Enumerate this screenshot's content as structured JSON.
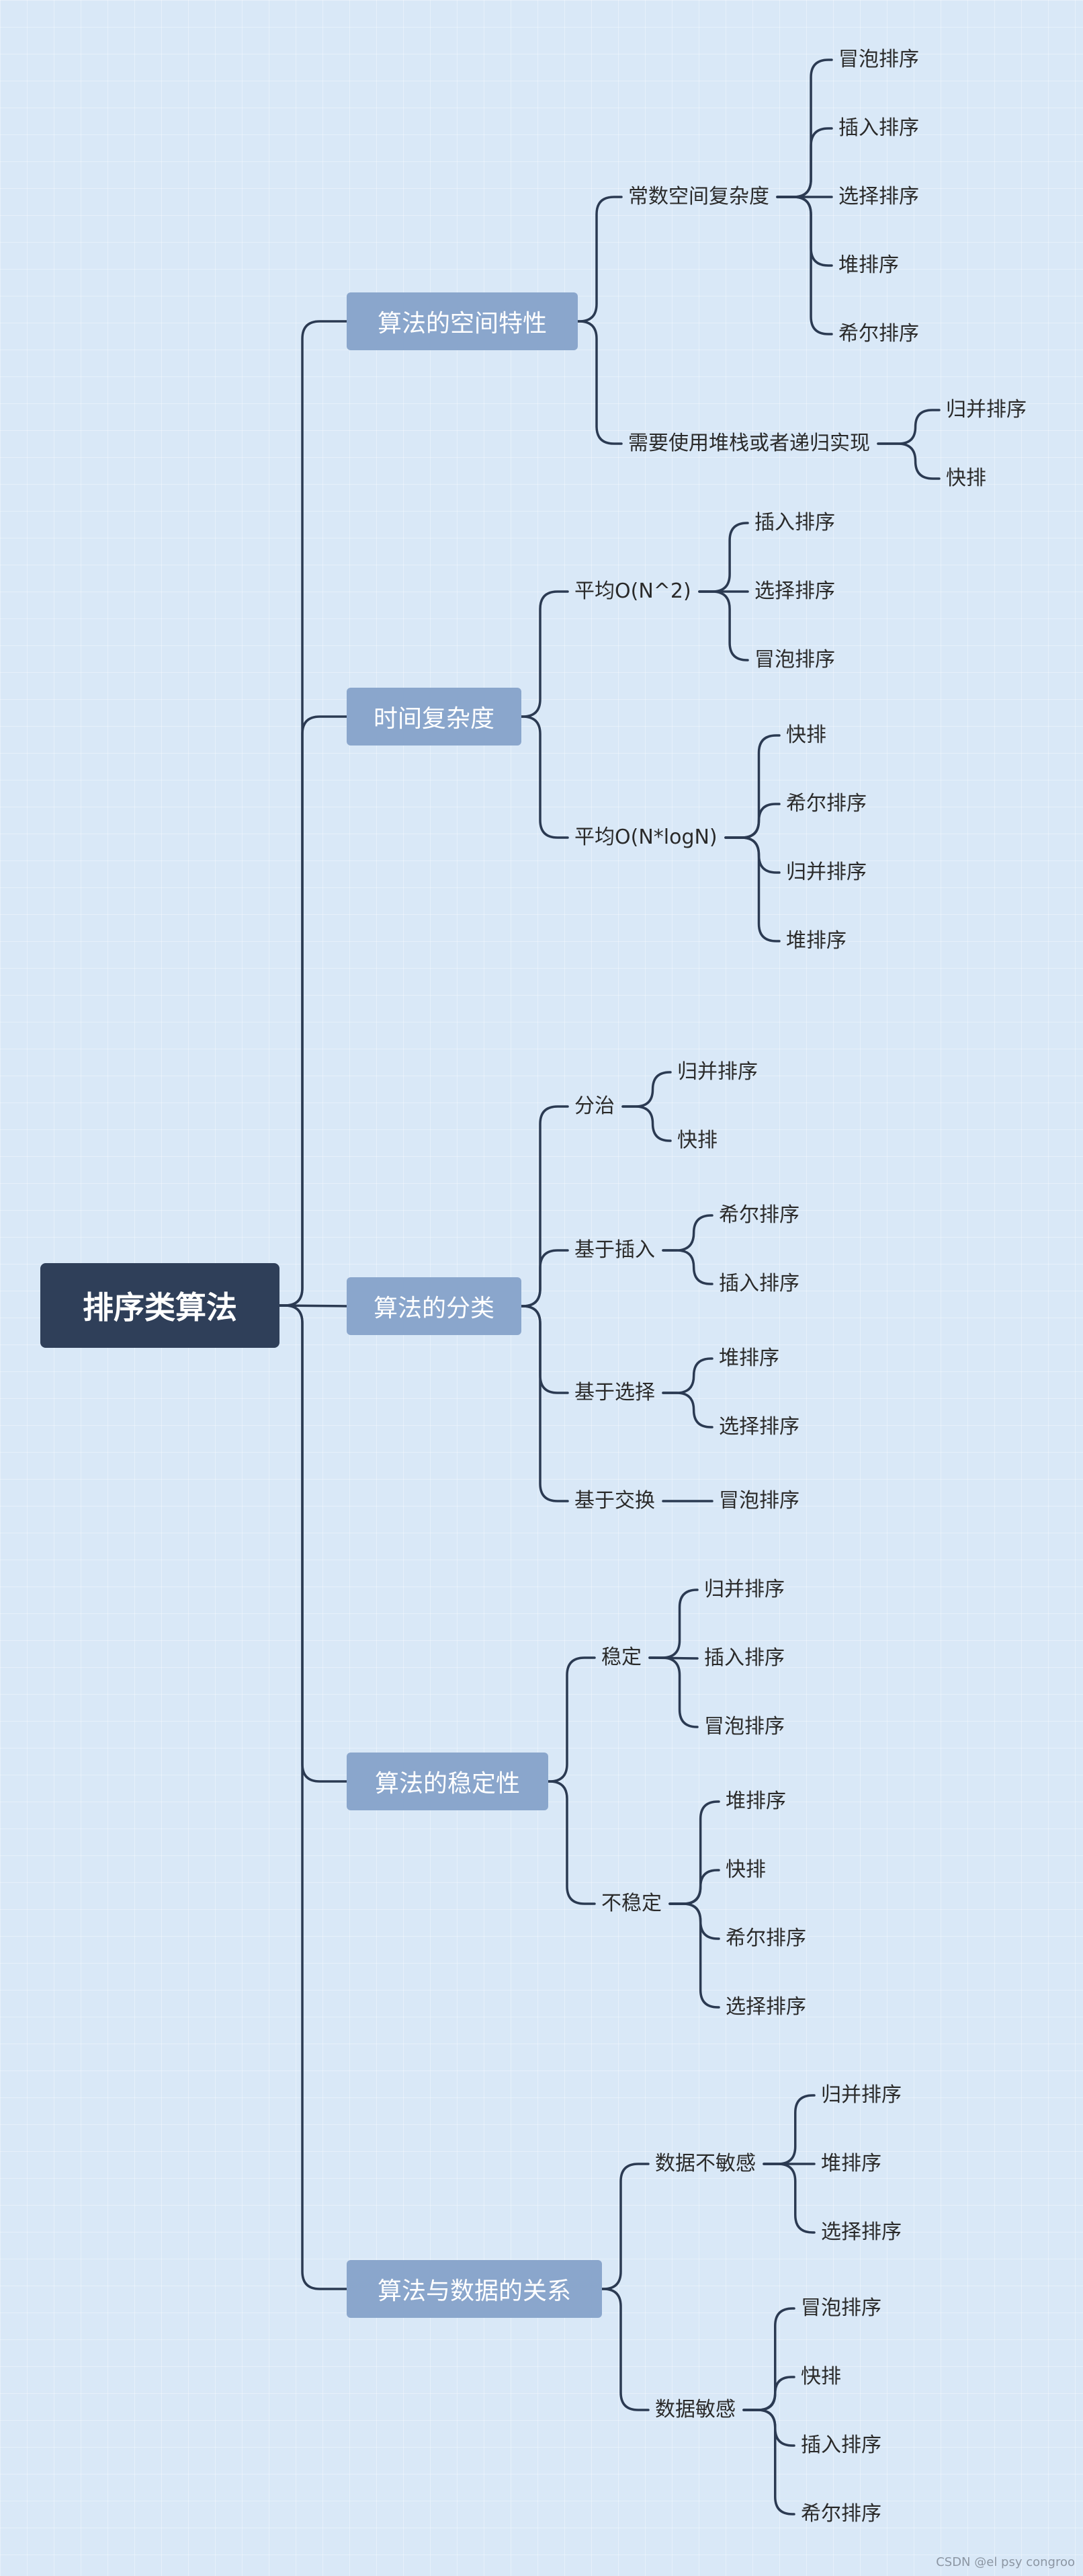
{
  "mindmap": {
    "root": "排序类算法",
    "branches": [
      {
        "label": "算法的空间特性",
        "children": [
          {
            "label": "常数空间复杂度",
            "children": [
              "冒泡排序",
              "插入排序",
              "选择排序",
              "堆排序",
              "希尔排序"
            ]
          },
          {
            "label": "需要使用堆栈或者递归实现",
            "children": [
              "归并排序",
              "快排"
            ]
          }
        ]
      },
      {
        "label": "时间复杂度",
        "children": [
          {
            "label": "平均O(N^2)",
            "children": [
              "插入排序",
              "选择排序",
              "冒泡排序"
            ]
          },
          {
            "label": "平均O(N*logN)",
            "children": [
              "快排",
              "希尔排序",
              "归并排序",
              "堆排序"
            ]
          }
        ]
      },
      {
        "label": "算法的分类",
        "children": [
          {
            "label": "分治",
            "children": [
              "归并排序",
              "快排"
            ]
          },
          {
            "label": "基于插入",
            "children": [
              "希尔排序",
              "插入排序"
            ]
          },
          {
            "label": "基于选择",
            "children": [
              "堆排序",
              "选择排序"
            ]
          },
          {
            "label": "基于交换",
            "children": [
              "冒泡排序"
            ]
          }
        ]
      },
      {
        "label": "算法的稳定性",
        "children": [
          {
            "label": "稳定",
            "children": [
              "归并排序",
              "插入排序",
              "冒泡排序"
            ]
          },
          {
            "label": "不稳定",
            "children": [
              "堆排序",
              "快排",
              "希尔排序",
              "选择排序"
            ]
          }
        ]
      },
      {
        "label": "算法与数据的关系",
        "children": [
          {
            "label": "数据不敏感",
            "children": [
              "归并排序",
              "堆排序",
              "选择排序"
            ]
          },
          {
            "label": "数据敏感",
            "children": [
              "冒泡排序",
              "快排",
              "插入排序",
              "希尔排序"
            ]
          }
        ]
      }
    ]
  },
  "watermark": "CSDN @el psy congroo",
  "colors": {
    "background": "#d9e8f7",
    "root_fill": "#2f3f59",
    "branch_fill": "#8aa6cc",
    "connector": "#2b3a52",
    "leaf_text": "#2a2a2a"
  }
}
